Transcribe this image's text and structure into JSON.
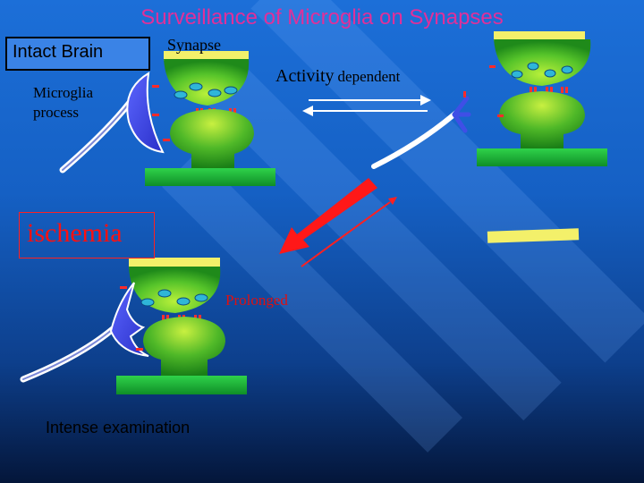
{
  "title": "Surveillance of Microglia on Synapses",
  "labels": {
    "intact_brain": "Intact  Brain",
    "synapse": "Synapse",
    "microglia_line1": "Microglia",
    "microglia_line2": "process",
    "activity": "Activity",
    "activity_dependent": "dependent",
    "ischemia": "ischemia",
    "prolonged": "Prolonged",
    "intense_examination": "Intense examination"
  },
  "colors": {
    "title": "#e0309a",
    "ischemia": "#ff1010",
    "arrow_red": "#ff1818",
    "presynapse_yellow": "#f3f06a",
    "synapse_green": "#3cb82a",
    "microglia_blue": "#3f4fe6"
  }
}
